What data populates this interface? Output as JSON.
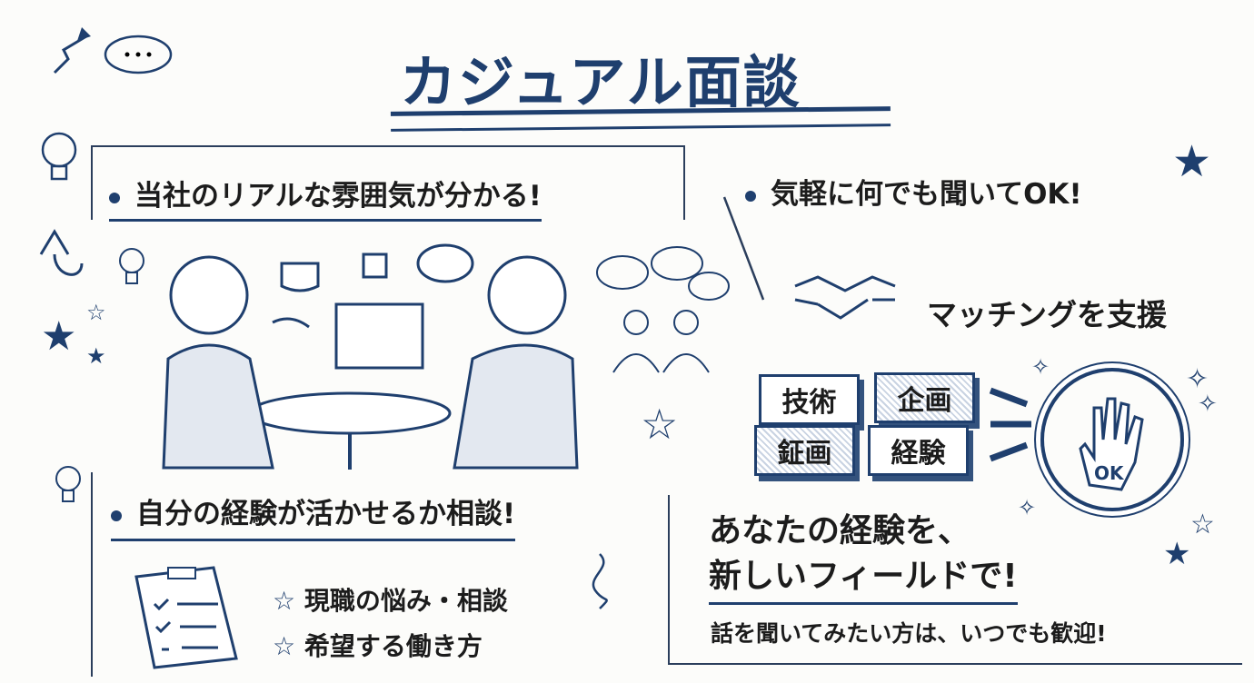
{
  "title": "カジュアル面談",
  "sections": {
    "atmosphere": "当社のリアルな雰囲気が分かる!",
    "ask": "気軽に何でも聞いてOK!",
    "matching": "マッチングを支援",
    "consult": "自分の経験が活かせるか相談!"
  },
  "tags": [
    "技術",
    "企画",
    "鉦画",
    "経験"
  ],
  "ok_badge": "OK",
  "consult_items": [
    "現職の悩み・相談",
    "希望する働き方"
  ],
  "item_icon": "☆",
  "closing": {
    "line1": "あなたの経験を、",
    "line2": "新しいフィールドで!",
    "welcome": "話を聞いてみたい方は、いつでも歓迎!"
  },
  "colors": {
    "ink": "#1f3f6e",
    "background": "#fcfcfa"
  }
}
